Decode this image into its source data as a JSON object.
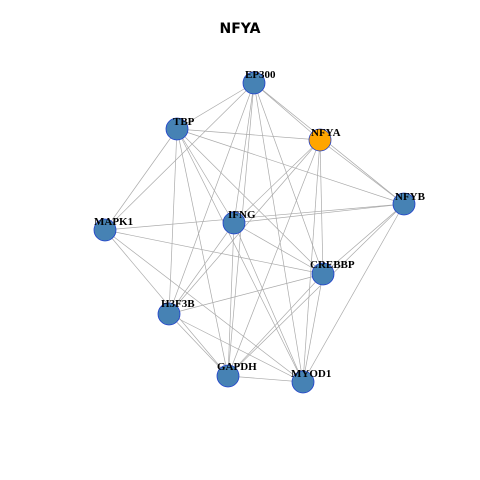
{
  "title": "NFYA",
  "colors": {
    "node_default": "#4682B4",
    "node_highlight": "#FFA500",
    "node_stroke": "#1F3FCC",
    "edge": "#AAAAAA",
    "label": "#000000"
  },
  "network": {
    "nodes": [
      {
        "id": "EP300",
        "label": "EP300",
        "highlight": false
      },
      {
        "id": "TBP",
        "label": "TBP",
        "highlight": false
      },
      {
        "id": "NFYA",
        "label": "NFYA",
        "highlight": true
      },
      {
        "id": "NFYB",
        "label": "NFYB",
        "highlight": false
      },
      {
        "id": "MAPK1",
        "label": "MAPK1",
        "highlight": false
      },
      {
        "id": "IFNG",
        "label": "IFNG",
        "highlight": false
      },
      {
        "id": "CREBBP",
        "label": "CREBBP",
        "highlight": false
      },
      {
        "id": "H3F3B",
        "label": "H3F3B",
        "highlight": false
      },
      {
        "id": "GAPDH",
        "label": "GAPDH",
        "highlight": false
      },
      {
        "id": "MYOD1",
        "label": "MYOD1",
        "highlight": false
      }
    ],
    "edges": [
      [
        "EP300",
        "TBP"
      ],
      [
        "EP300",
        "NFYA"
      ],
      [
        "EP300",
        "NFYB"
      ],
      [
        "EP300",
        "MAPK1"
      ],
      [
        "EP300",
        "IFNG"
      ],
      [
        "EP300",
        "CREBBP"
      ],
      [
        "EP300",
        "H3F3B"
      ],
      [
        "EP300",
        "GAPDH"
      ],
      [
        "EP300",
        "MYOD1"
      ],
      [
        "TBP",
        "NFYA"
      ],
      [
        "TBP",
        "NFYB"
      ],
      [
        "TBP",
        "MAPK1"
      ],
      [
        "TBP",
        "IFNG"
      ],
      [
        "TBP",
        "CREBBP"
      ],
      [
        "TBP",
        "H3F3B"
      ],
      [
        "TBP",
        "GAPDH"
      ],
      [
        "TBP",
        "MYOD1"
      ],
      [
        "NFYA",
        "NFYB"
      ],
      [
        "NFYA",
        "IFNG"
      ],
      [
        "NFYA",
        "CREBBP"
      ],
      [
        "NFYA",
        "H3F3B"
      ],
      [
        "NFYA",
        "GAPDH"
      ],
      [
        "NFYA",
        "MYOD1"
      ],
      [
        "NFYB",
        "IFNG"
      ],
      [
        "NFYB",
        "CREBBP"
      ],
      [
        "NFYB",
        "GAPDH"
      ],
      [
        "NFYB",
        "MYOD1"
      ],
      [
        "NFYB",
        "MAPK1"
      ],
      [
        "MAPK1",
        "CREBBP"
      ],
      [
        "MAPK1",
        "GAPDH"
      ],
      [
        "MAPK1",
        "MYOD1"
      ],
      [
        "IFNG",
        "H3F3B"
      ],
      [
        "IFNG",
        "GAPDH"
      ],
      [
        "IFNG",
        "MYOD1"
      ],
      [
        "IFNG",
        "CREBBP"
      ],
      [
        "CREBBP",
        "H3F3B"
      ],
      [
        "CREBBP",
        "GAPDH"
      ],
      [
        "CREBBP",
        "MYOD1"
      ],
      [
        "H3F3B",
        "GAPDH"
      ],
      [
        "H3F3B",
        "MYOD1"
      ],
      [
        "GAPDH",
        "MYOD1"
      ]
    ]
  }
}
